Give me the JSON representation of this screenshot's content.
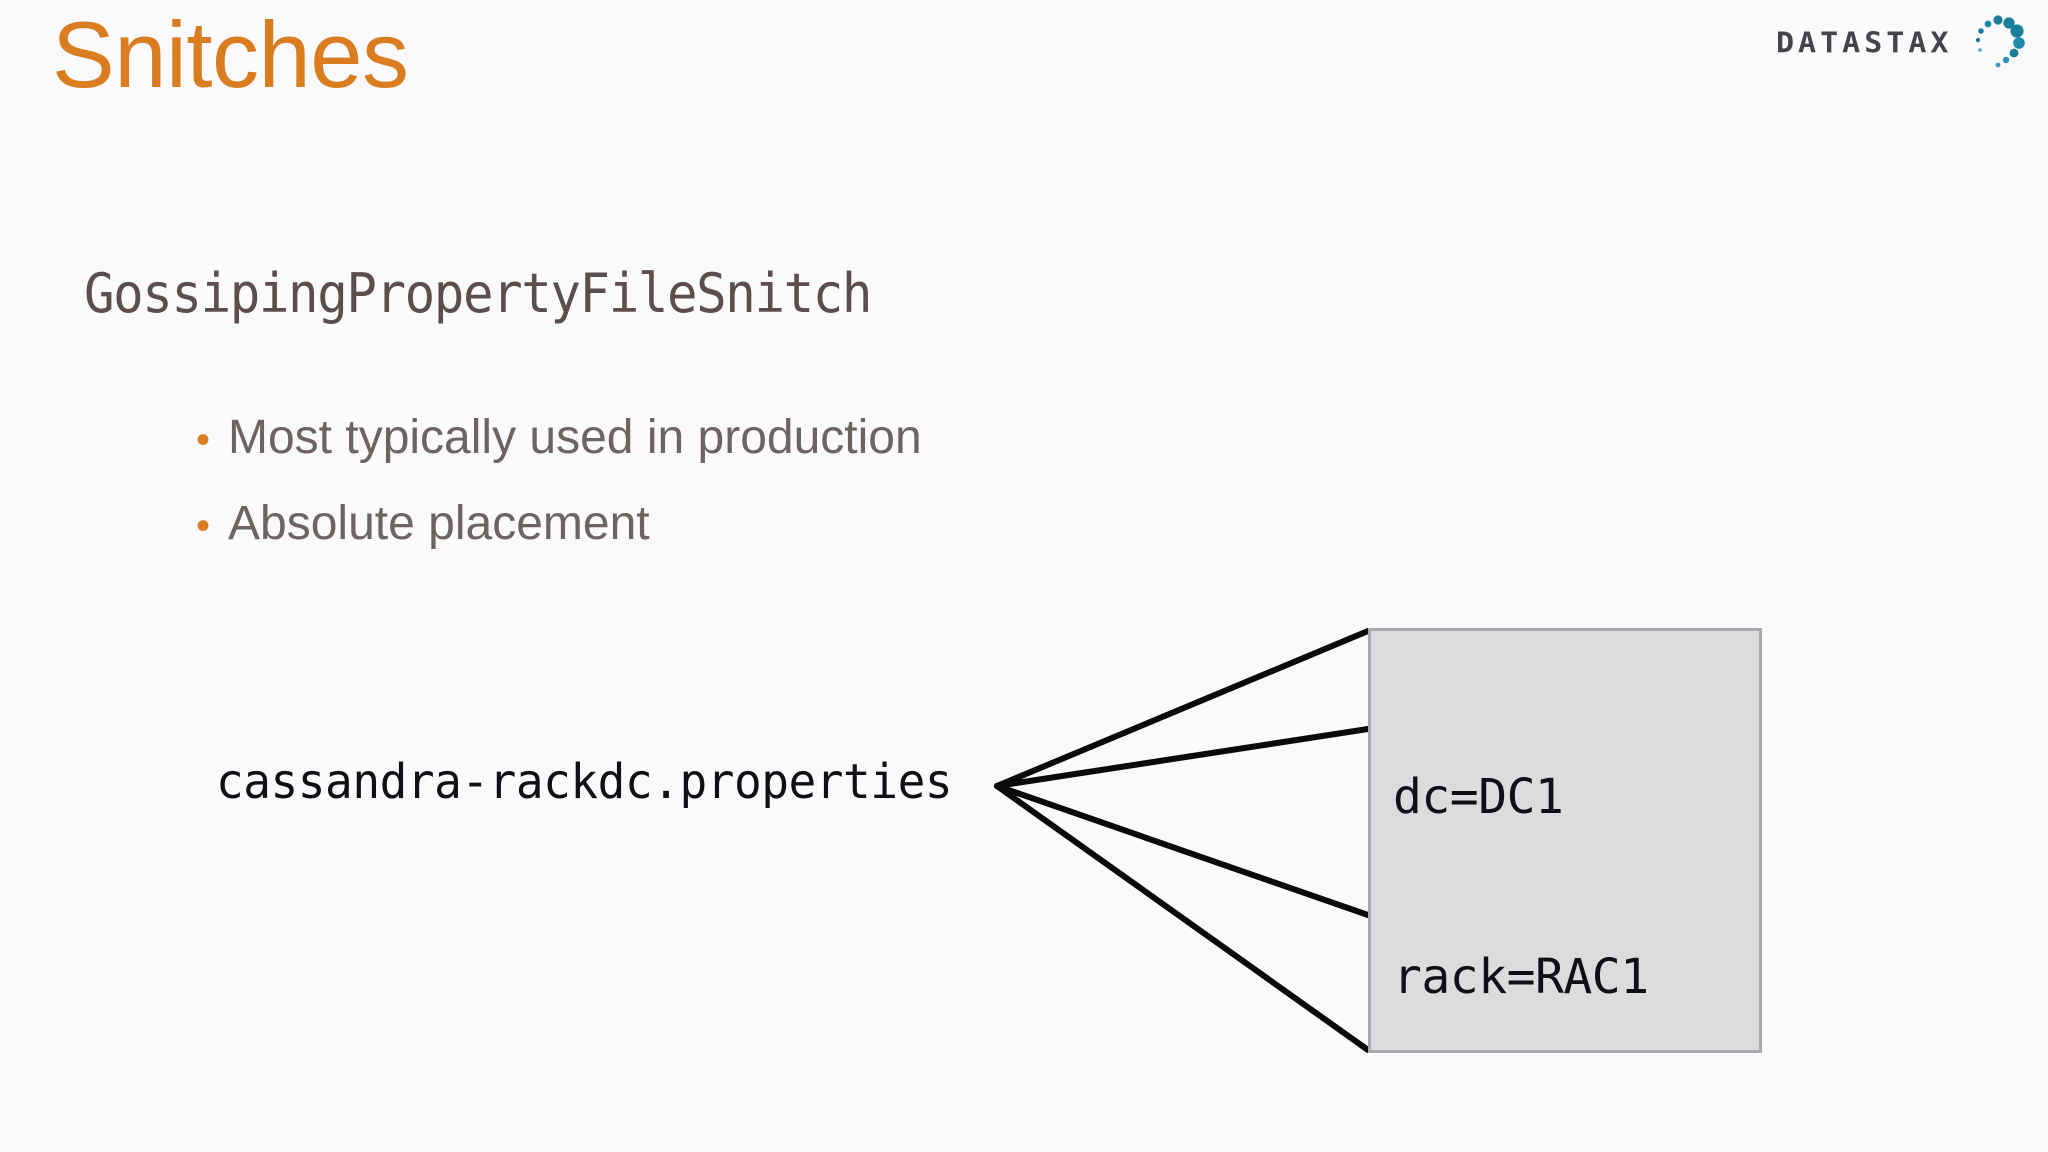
{
  "slide": {
    "title": "Snitches",
    "background_color": "#faf9fb",
    "accent_color": "#d97d20"
  },
  "brand": {
    "name": "DATASTAX",
    "wordmark_color": "#444449",
    "dot_color": "#1b7e9c",
    "dot_icon_name": "datastax-dot-swirl"
  },
  "content": {
    "subtitle": "GossipingPropertyFileSnitch",
    "bullets": [
      {
        "marker": "•",
        "label": "Most typically used in production"
      },
      {
        "marker": "•",
        "label": "Absolute placement"
      }
    ]
  },
  "diagram": {
    "file_label": "cassandra-rackdc.properties",
    "box_fill_color": "#dcdcde",
    "box_border_color": "#a9a9ad",
    "box_lines": [
      "dc=DC1",
      "rack=RAC1"
    ],
    "connector_count": 4
  }
}
